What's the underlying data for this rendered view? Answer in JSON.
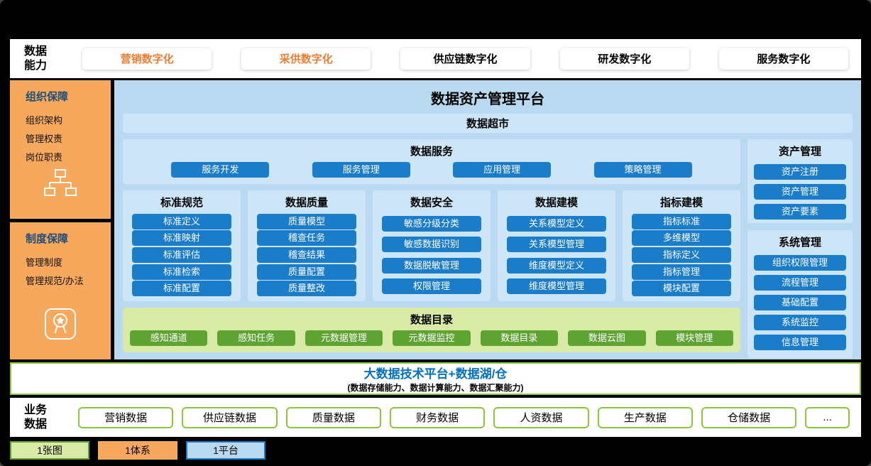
{
  "capability_bar": {
    "label_line1": "数据",
    "label_line2": "能力",
    "pills": [
      {
        "label": "营销数字化",
        "highlight": true
      },
      {
        "label": "采供数字化",
        "highlight": true
      },
      {
        "label": "供应链数字化",
        "highlight": false
      },
      {
        "label": "研发数字化",
        "highlight": false
      },
      {
        "label": "服务数字化",
        "highlight": false
      }
    ]
  },
  "sidebar": {
    "org": {
      "title": "组织保障",
      "items": [
        "组织架构",
        "管理权责",
        "岗位职责"
      ],
      "icon": "org-chart-icon"
    },
    "policy": {
      "title": "制度保障",
      "items": [
        "管理制度",
        "管理规范/办法"
      ],
      "icon": "badge-icon"
    }
  },
  "platform": {
    "title": "数据资产管理平台",
    "data_mart": "数据超市",
    "data_service": {
      "title": "数据服务",
      "buttons": [
        "服务开发",
        "服务管理",
        "应用管理",
        "策略管理"
      ]
    },
    "columns": [
      {
        "title": "标准规范",
        "items": [
          "标准定义",
          "标准映射",
          "标准评估",
          "标准检索",
          "标准配置"
        ]
      },
      {
        "title": "数据质量",
        "items": [
          "质量模型",
          "稽查任务",
          "稽查结果",
          "质量配置",
          "质量整改"
        ]
      },
      {
        "title": "数据安全",
        "items": [
          "敏感分级分类",
          "敏感数据识别",
          "数据脱敏管理",
          "权限管理"
        ]
      },
      {
        "title": "数据建模",
        "items": [
          "关系模型定义",
          "关系模型管理",
          "维度模型定义",
          "维度模型管理"
        ]
      },
      {
        "title": "指标建模",
        "items": [
          "指标标准",
          "多维模型",
          "指标定义",
          "指标管理",
          "模块配置"
        ]
      }
    ],
    "data_catalog": {
      "title": "数据目录",
      "buttons": [
        "感知通道",
        "感知任务",
        "元数据管理",
        "元数据监控",
        "数据目录",
        "数据云图",
        "模块管理"
      ]
    },
    "asset_mgmt": {
      "title": "资产管理",
      "items": [
        "资产注册",
        "资产管理",
        "资产要素"
      ]
    },
    "system_mgmt": {
      "title": "系统管理",
      "items": [
        "组织权限管理",
        "流程管理",
        "基础配置",
        "系统监控",
        "信息管理"
      ]
    }
  },
  "tech_platform": {
    "title": "大数据技术平台+数据湖/仓",
    "subtitle": "(数据存储能力、数据计算能力、数据汇聚能力)"
  },
  "business_bar": {
    "label_line1": "业务",
    "label_line2": "数据",
    "buttons": [
      {
        "label": "营销数据"
      },
      {
        "label": "供应链数据"
      },
      {
        "label": "质量数据"
      },
      {
        "label": "财务数据"
      },
      {
        "label": "人资数据"
      },
      {
        "label": "生产数据"
      },
      {
        "label": "仓储数据"
      },
      {
        "label": "...",
        "narrow": true
      }
    ]
  },
  "legend": {
    "one_map": "1张图",
    "one_system": "1体系",
    "one_platform": "1平台"
  },
  "colors": {
    "sidebar_orange": "#F6A85C",
    "pill_highlight_text": "#ED7D31",
    "main_light_blue": "#B9D9F0",
    "panel_blue": "#CDE6F7",
    "button_blue": "#1B7CC9",
    "catalog_green_bg": "#D9E9A6",
    "button_green": "#5FA433",
    "border_green": "#8CC63F",
    "tech_title_blue": "#0070C0",
    "sidebar_title_navy": "#1F4E79"
  }
}
